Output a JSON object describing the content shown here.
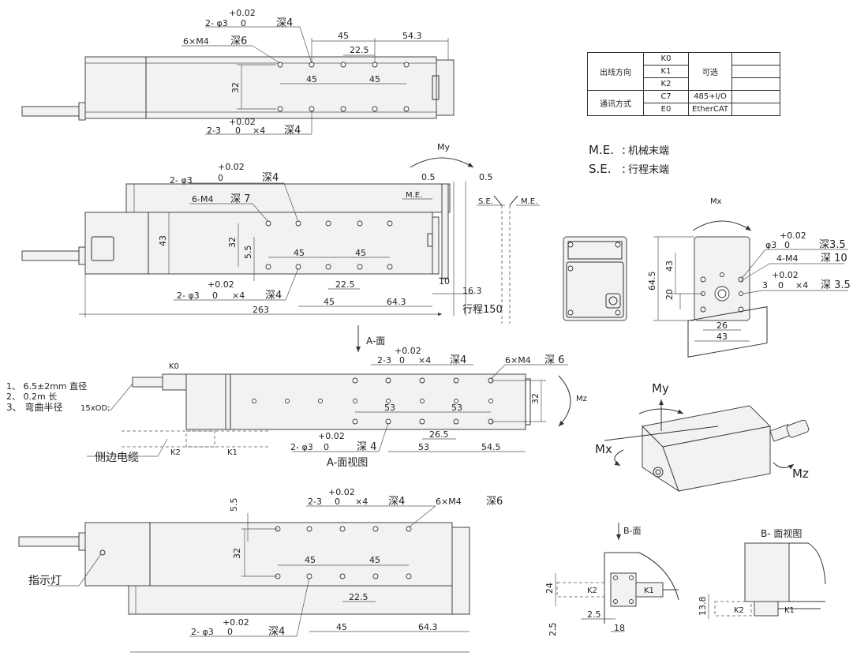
{
  "table": {
    "group1": "出线方向",
    "group2": "通讯方式",
    "rows": [
      "K0",
      "K1",
      "K2",
      "C7",
      "E0"
    ],
    "optional": "可选",
    "c7_value": "485+I/O",
    "e0_value": "EtherCAT"
  },
  "legend": {
    "me": "M.E.",
    "me_text": "机械末端",
    "se": "S.E.",
    "se_text": "行程末端"
  },
  "top_view": {
    "tol": "+0.02",
    "zero": "0",
    "hole_a": "2- φ3",
    "depth_a": "深4",
    "hole_b": "6×M4",
    "depth_b": "深6",
    "dim_45": "45",
    "dim_543": "54.3",
    "dim_225": "22.5",
    "dim_45b": "45",
    "dim_45c": "45",
    "dim_32": "32",
    "hole_c": "2-3",
    "times4": "×4",
    "depth_c": "深4"
  },
  "side_view": {
    "tol": "+0.02",
    "zero": "0",
    "hole_a": "2- φ3",
    "depth_a": "深4",
    "hole_b": "6-M4",
    "depth_b": "深 7",
    "my": "My",
    "dim_05a": "0.5",
    "dim_05b": "0.5",
    "me": "M.E.",
    "se": "S.E.",
    "me2": "M.E.",
    "dim_43": "43",
    "dim_32": "32",
    "dim_55": "5.5",
    "dim_45a": "45",
    "dim_45b": "45",
    "dim_225": "22.5",
    "dim_10": "10",
    "dim_163": "16.3",
    "hole_c": "2- φ3",
    "times4": "×4",
    "depth_c": "深4",
    "dim_45c": "45",
    "dim_643": "64.3",
    "dim_263": "263",
    "stroke": "行程150"
  },
  "end_view": {
    "mx": "Mx",
    "hole_a": "φ3",
    "tol": "+0.02",
    "zero": "0",
    "depth_a": "深3.5",
    "hole_b": "4-M4",
    "depth_b": "深  10",
    "hole_c": "3",
    "times4": "×4",
    "depth_c": "深 3.5",
    "dim_645": "64.5",
    "dim_43": "43",
    "dim_20": "20",
    "dim_26": "26",
    "dim_43b": "43"
  },
  "a_view": {
    "arrow": "A-面",
    "k0": "K0",
    "note1": "1、 6.5±2mm 直径",
    "note2": "2、 0.2m 长",
    "note3": "3、 弯曲半径",
    "note3b": "15xOD;",
    "side_cable": "侧边电缆",
    "k2": "K2",
    "k1": "K1",
    "tol": "+0.02",
    "zero": "0",
    "hole_a": "2-3",
    "times4": "×4",
    "depth_a": "深4",
    "hole_b": "6×M4",
    "depth_b": "深 6",
    "dim_32": "32",
    "dim_53a": "53",
    "dim_53b": "53",
    "dim_265": "26.5",
    "hole_c": "2- φ3",
    "depth_c": "深 4",
    "dim_53c": "53",
    "dim_545": "54.5",
    "mz": "Mz",
    "caption": "A-面视图"
  },
  "iso_view": {
    "my": "My",
    "mx": "Mx",
    "mz": "Mz"
  },
  "bottom_view": {
    "tol": "+0.02",
    "zero": "0",
    "dim_55": "5.5",
    "hole_a": "2-3",
    "times4": "×4",
    "depth_a": "深4",
    "hole_b": "6×M4",
    "depth_b": "深6",
    "dim_32": "32",
    "dim_45a": "45",
    "dim_45b": "45",
    "dim_225": "22.5",
    "indicator": "指示灯",
    "tol2": "+0.02",
    "zero2": "0",
    "hole_c": "2- φ3",
    "depth_c": "深4",
    "dim_45c": "45",
    "dim_643": "64.3"
  },
  "b_view": {
    "arrow": "B-面",
    "k2": "K2",
    "k1": "K1",
    "dim_24": "24",
    "dim_25a": "2.5",
    "dim_25b": "2.5",
    "dim_18": "18",
    "caption": "B- 面视图",
    "k2b": "K2",
    "k1b": "K1",
    "dim_138": "13.8"
  }
}
